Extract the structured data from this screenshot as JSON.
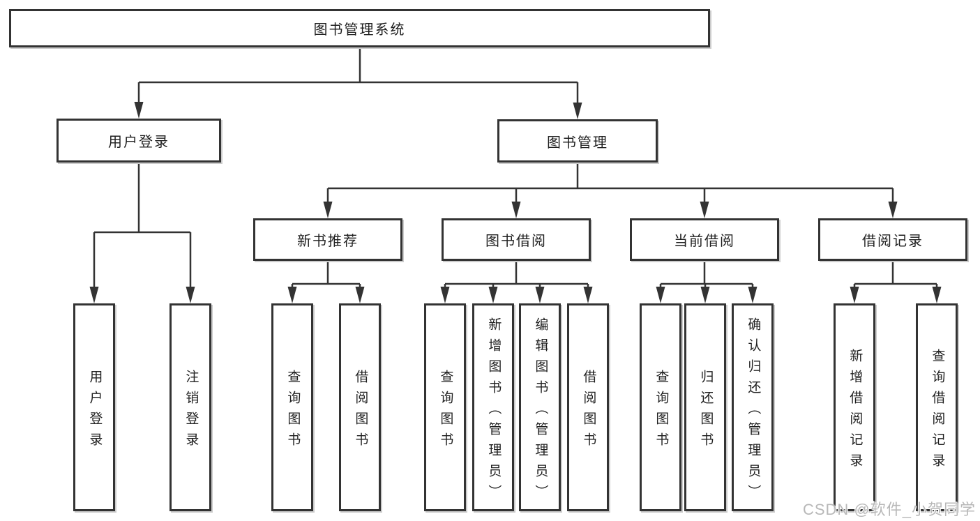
{
  "diagram": {
    "root": {
      "label": "图书管理系统"
    },
    "branches": {
      "user_login": {
        "label": "用户登录",
        "children": {
          "login": {
            "label": "用户登录"
          },
          "logout": {
            "label": "注销登录"
          }
        }
      },
      "book_management": {
        "label": "图书管理",
        "children": {
          "new_book_recommend": {
            "label": "新书推荐",
            "children": {
              "query_book": {
                "label": "查询图书"
              },
              "borrow_book": {
                "label": "借阅图书"
              }
            }
          },
          "book_borrowing": {
            "label": "图书借阅",
            "children": {
              "query_book": {
                "label": "查询图书"
              },
              "add_book": {
                "label": "新增图书（管理员）"
              },
              "edit_book": {
                "label": "编辑图书（管理员）"
              },
              "borrow_book": {
                "label": "借阅图书"
              }
            }
          },
          "current_borrowing": {
            "label": "当前借阅",
            "children": {
              "query_book": {
                "label": "查询图书"
              },
              "return_book": {
                "label": "归还图书"
              },
              "confirm_return": {
                "label": "确认归还（管理员）"
              }
            }
          },
          "borrow_records": {
            "label": "借阅记录",
            "children": {
              "add_record": {
                "label": "新增借阅记录"
              },
              "query_record": {
                "label": "查询借阅记录"
              }
            }
          }
        }
      }
    }
  },
  "watermark": {
    "text": "CSDN @软件_小贺同学"
  },
  "colors": {
    "line": "#333333",
    "text": "#1f1f1f",
    "background": "#ffffff",
    "watermark": "#b8b8b8"
  }
}
